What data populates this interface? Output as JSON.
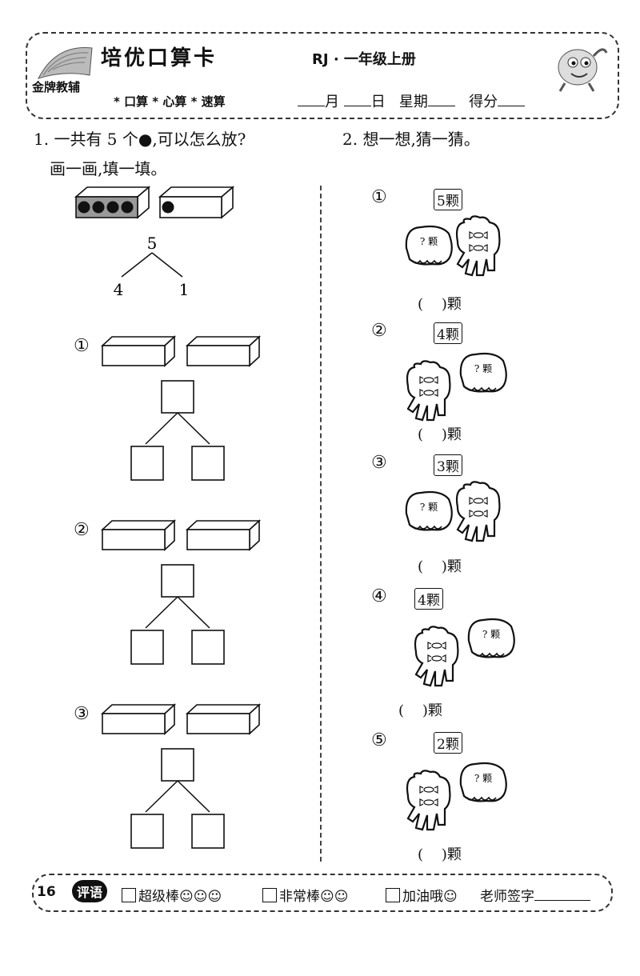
{
  "header": {
    "title": "培优口算卡",
    "brand": "金牌教辅",
    "grade": "RJ · 一年级上册",
    "subtitle": "* 口算 * 心算 * 速算",
    "date_month": "月",
    "date_day": "日",
    "weekday": "星期",
    "score": "得分"
  },
  "q1": {
    "line1": "1. 一共有 5 个●,可以怎么放?",
    "line2": "画一画,填一填。",
    "example": {
      "total": "5",
      "left": "4",
      "right": "1",
      "left_dots": 4,
      "right_dots": 1
    },
    "items": [
      {
        "label": "①"
      },
      {
        "label": "②"
      },
      {
        "label": "③"
      }
    ]
  },
  "q2": {
    "line": "2. 想一想,猜一猜。",
    "hand_label": "? 颗",
    "items": [
      {
        "label": "①",
        "jar": "5颗",
        "answer": "(    )颗"
      },
      {
        "label": "②",
        "jar": "4颗",
        "answer": "(    )颗"
      },
      {
        "label": "③",
        "jar": "3颗",
        "answer": "(    )颗"
      },
      {
        "label": "④",
        "jar": "4颗",
        "answer": "(    )颗"
      },
      {
        "label": "⑤",
        "jar": "2颗",
        "answer": "(    )颗"
      }
    ]
  },
  "footer": {
    "page": "16",
    "comment_label": "评语",
    "opt1": "超级棒☺☺☺",
    "opt2": "非常棒☺☺",
    "opt3": "加油哦☺",
    "teacher": "老师签字"
  }
}
